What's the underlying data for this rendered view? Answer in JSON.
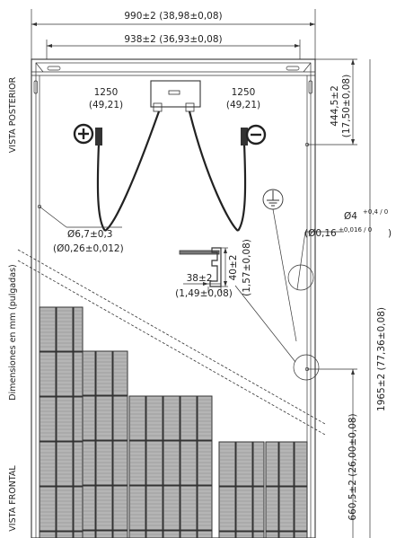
{
  "labels": {
    "width_outer": "990±2 (38,98±0,08)",
    "width_inner": "938±2 (36,93±0,08)",
    "cable_left_mm": "1250",
    "cable_left_in": "(49,21)",
    "cable_right_mm": "1250",
    "cable_right_in": "(49,21)",
    "top_to_hole": "444,5±2",
    "top_to_hole_in": "(17,50±0,08)",
    "hole_diam": "Ø6,7±0,3",
    "hole_diam_in": "(Ø0,26±0,012)",
    "ground_hole_main": "Ø4",
    "ground_hole_tol": "+0,4 / 0",
    "ground_hole_in_main": "(Ø0,16",
    "ground_hole_in_tol": "+0,016 / 0",
    "frame_height": "40±2",
    "frame_height_in": "(1,57±0,08)",
    "frame_depth": "38±2",
    "frame_depth_in": "(1,49±0,08)",
    "total_height": "1965±2 (77,36±0,08)",
    "hole_spacing": "660,5±2 (26,00±0,08)"
  },
  "side_labels": {
    "rear_view": "VISTA POSTERIOR",
    "units": "Dimensiones en mm (pulgadas)",
    "front_view": "VISTA FRONTAL"
  },
  "colors": {
    "cell": "#b5b5b5",
    "line": "#333333"
  }
}
